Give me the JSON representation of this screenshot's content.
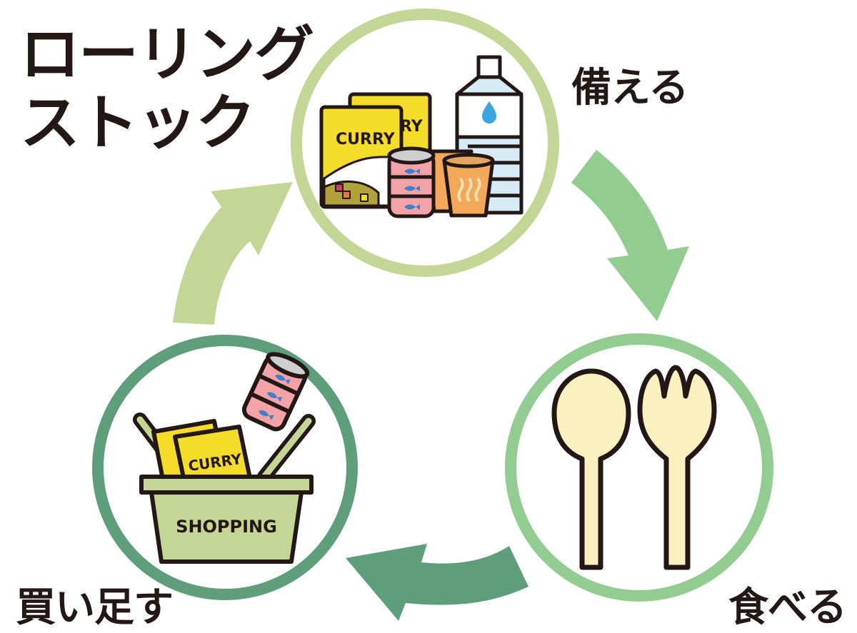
{
  "title": {
    "line1": "ローリング",
    "line2": "ストック"
  },
  "stages": [
    {
      "id": "prepare",
      "label": "備える",
      "icon": "emergency-food-supplies-icon",
      "ring_color": "#c3d696"
    },
    {
      "id": "eat",
      "label": "食べる",
      "icon": "spoon-and-fork-icon",
      "ring_color": "#93cc91"
    },
    {
      "id": "buy",
      "label": "買い足す",
      "icon": "shopping-basket-icon",
      "ring_color": "#5e9e7b"
    }
  ],
  "arrows": [
    {
      "from": "prepare",
      "to": "eat",
      "color": "#93cc91"
    },
    {
      "from": "eat",
      "to": "buy",
      "color": "#5e9e7b"
    },
    {
      "from": "buy",
      "to": "prepare",
      "color": "#c3d696"
    }
  ],
  "illustration_text": {
    "curry_front": "CURRY",
    "curry_back": "RY",
    "basket_curry": "CURRY",
    "basket_label": "SHOPPING"
  },
  "colors": {
    "outline": "#231815",
    "curry_yellow": "#f5dc2a",
    "can_pink": "#f3a3a7",
    "fish_blue": "#3f7fc9",
    "cup_orange": "#f3a85a",
    "bottle_blue": "#d6ebf7",
    "drop_blue": "#3aa6dd",
    "utensil_cream": "#fdf0c0",
    "basket_green": "#c3d696"
  }
}
